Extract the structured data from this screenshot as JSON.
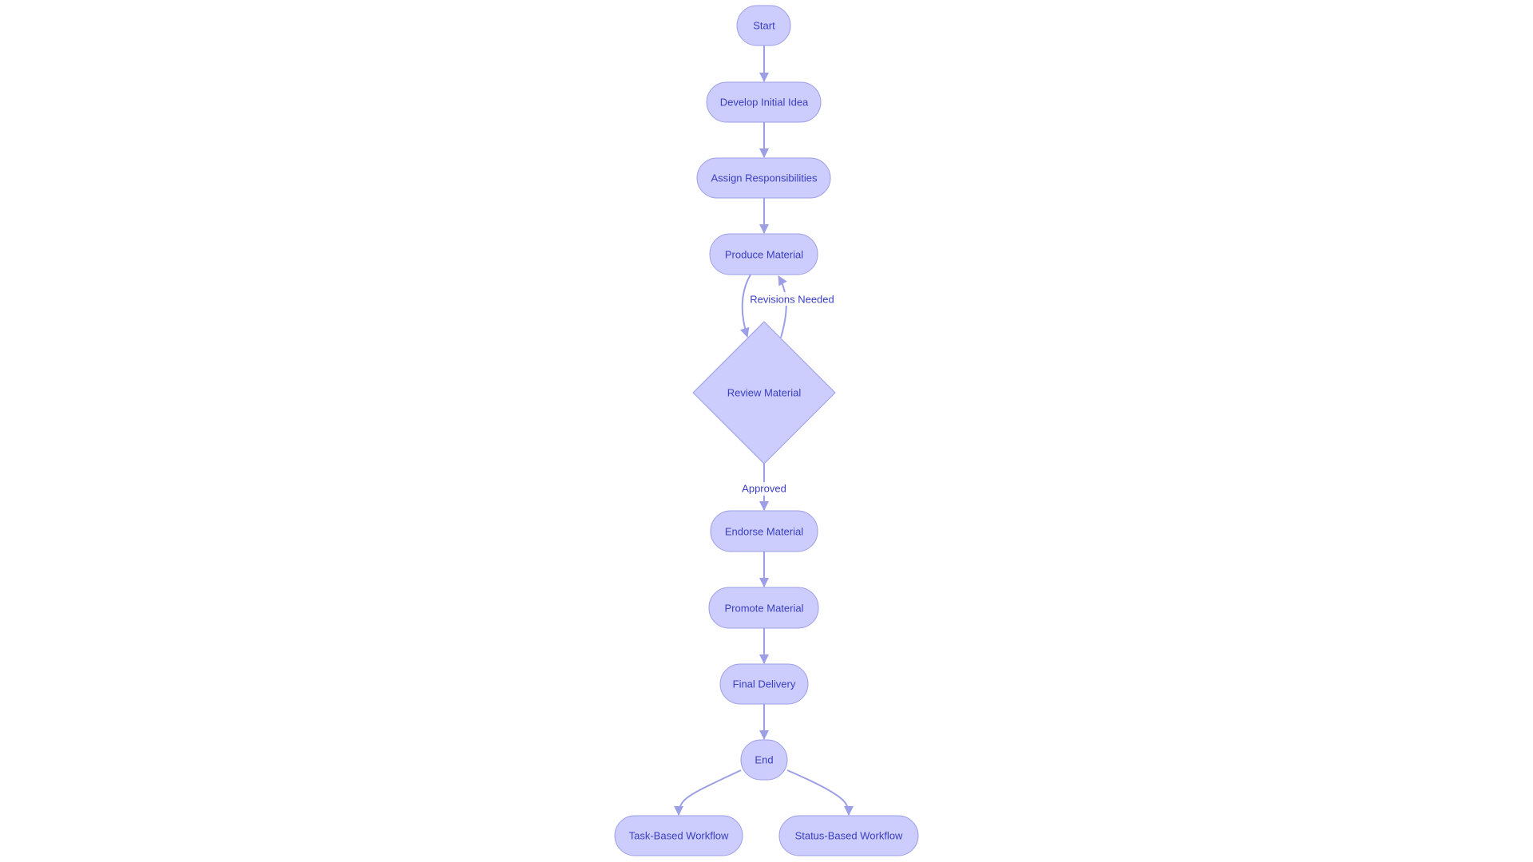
{
  "diagram": {
    "type": "flowchart",
    "direction": "top-to-bottom",
    "colors": {
      "node_fill": "#cccdfc",
      "node_stroke": "#9d9ee8",
      "edge": "#9d9fe6",
      "text": "#3a3ec0",
      "background": "#ffffff"
    },
    "nodes": {
      "start": {
        "label": "Start",
        "shape": "stadium"
      },
      "develop": {
        "label": "Develop Initial Idea",
        "shape": "stadium"
      },
      "assign": {
        "label": "Assign Responsibilities",
        "shape": "stadium"
      },
      "produce": {
        "label": "Produce Material",
        "shape": "stadium"
      },
      "review": {
        "label": "Review Material",
        "shape": "diamond"
      },
      "endorse": {
        "label": "Endorse Material",
        "shape": "stadium"
      },
      "promote": {
        "label": "Promote Material",
        "shape": "stadium"
      },
      "final": {
        "label": "Final Delivery",
        "shape": "stadium"
      },
      "end": {
        "label": "End",
        "shape": "stadium"
      },
      "task": {
        "label": "Task-Based Workflow",
        "shape": "stadium"
      },
      "status": {
        "label": "Status-Based Workflow",
        "shape": "stadium"
      }
    },
    "edges": [
      {
        "from": "Start",
        "to": "Develop Initial Idea",
        "label": ""
      },
      {
        "from": "Develop Initial Idea",
        "to": "Assign Responsibilities",
        "label": ""
      },
      {
        "from": "Assign Responsibilities",
        "to": "Produce Material",
        "label": ""
      },
      {
        "from": "Produce Material",
        "to": "Review Material",
        "label": ""
      },
      {
        "from": "Review Material",
        "to": "Produce Material",
        "label": "Revisions Needed"
      },
      {
        "from": "Review Material",
        "to": "Endorse Material",
        "label": "Approved"
      },
      {
        "from": "Endorse Material",
        "to": "Promote Material",
        "label": ""
      },
      {
        "from": "Promote Material",
        "to": "Final Delivery",
        "label": ""
      },
      {
        "from": "Final Delivery",
        "to": "End",
        "label": ""
      },
      {
        "from": "End",
        "to": "Task-Based Workflow",
        "label": ""
      },
      {
        "from": "End",
        "to": "Status-Based Workflow",
        "label": ""
      }
    ],
    "edge_labels": {
      "revisions": "Revisions Needed",
      "approved": "Approved"
    }
  }
}
